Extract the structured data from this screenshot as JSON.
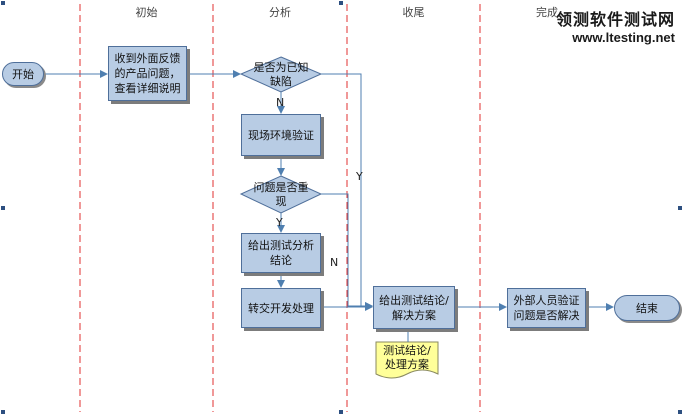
{
  "lanes": {
    "initial": "初始",
    "analysis": "分析",
    "closing": "收尾",
    "done": "完成"
  },
  "nodes": {
    "start": "开始",
    "receive": "收到外面反馈的产品问题，查看详细说明",
    "known_defect": "是否为已知缺陷",
    "env_verify": "现场环境验证",
    "reproducible": "问题是否重现",
    "analysis_conclusion": "给出测试分析结论",
    "transfer_dev": "转交开发处理",
    "give_conclusion": "给出测试结论/解决方案",
    "doc": "测试结论/处理方案",
    "external_verify": "外部人员验证问题是否解决",
    "end": "结束"
  },
  "edge_labels": {
    "known_no": "N",
    "known_yes": "Y",
    "repro_yes": "Y",
    "repro_no": "N"
  },
  "watermark": {
    "line1": "领测软件测试网",
    "line2": "www.ltesting.net"
  }
}
